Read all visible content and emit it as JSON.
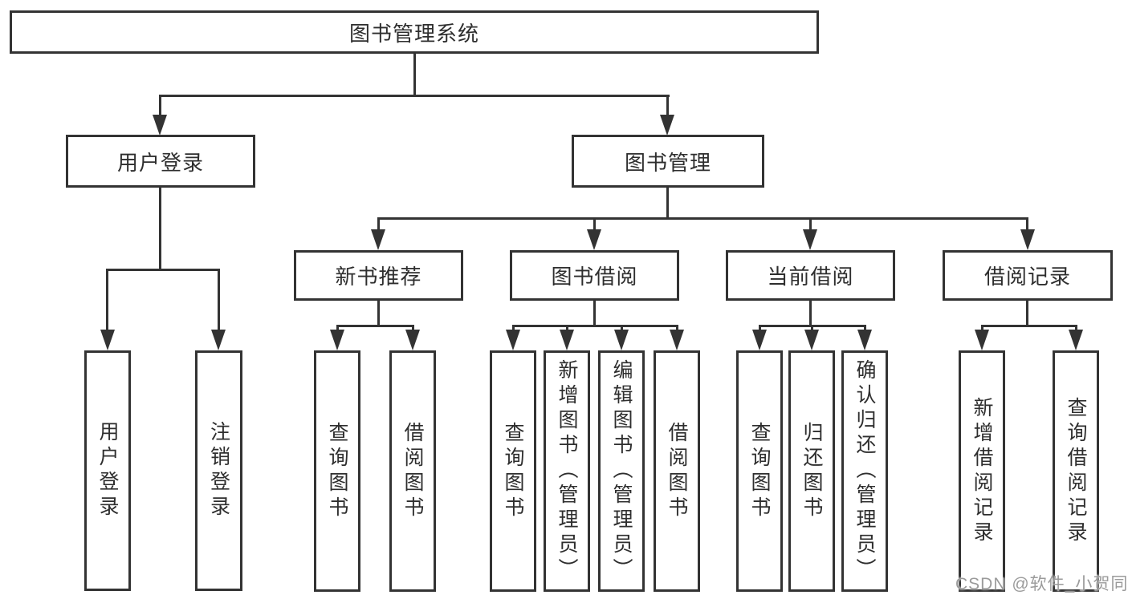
{
  "title": "图书管理系统",
  "colors": {
    "line": "#333333",
    "text": "#2e2e2e",
    "background": "#ffffff",
    "watermark": "#9b9b9b"
  },
  "watermark": {
    "text": "CSDN @软件_小贺同学"
  },
  "tree": {
    "label": "图书管理系统",
    "children": [
      {
        "label": "用户登录",
        "children": [
          {
            "label": "用户登录"
          },
          {
            "label": "注销登录"
          }
        ]
      },
      {
        "label": "图书管理",
        "children": [
          {
            "label": "新书推荐",
            "children": [
              {
                "label": "查询图书"
              },
              {
                "label": "借阅图书"
              }
            ]
          },
          {
            "label": "图书借阅",
            "children": [
              {
                "label": "查询图书"
              },
              {
                "label": "新增图书（管理员）"
              },
              {
                "label": "编辑图书（管理员）"
              },
              {
                "label": "借阅图书"
              }
            ]
          },
          {
            "label": "当前借阅",
            "children": [
              {
                "label": "查询图书"
              },
              {
                "label": "归还图书"
              },
              {
                "label": "确认归还（管理员）"
              }
            ]
          },
          {
            "label": "借阅记录",
            "children": [
              {
                "label": "新增借阅记录"
              },
              {
                "label": "查询借阅记录"
              }
            ]
          }
        ]
      }
    ]
  }
}
